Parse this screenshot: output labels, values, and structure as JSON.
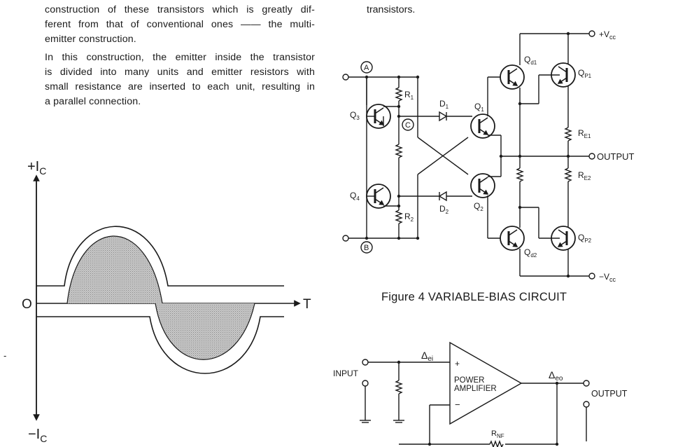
{
  "left_column": {
    "para1_lines": [
      "construction of these transistors which is greatly dif-",
      "ferent from that of conventional ones ——  the multi-",
      "emitter construction."
    ],
    "para2_lines": [
      "In this construction, the emitter inside the transistor",
      "is divided into many units and emitter resistors with",
      "small resistance are inserted to each unit, resulting in",
      "a parallel connection."
    ]
  },
  "right_column": {
    "top_text": "transistors."
  },
  "stray_mark": "-",
  "waveform": {
    "y_pos_label": "+I",
    "y_pos_sub": "C",
    "y_neg_label": "−I",
    "y_neg_sub": "C",
    "origin_label": "O",
    "x_label": "T"
  },
  "figure4": {
    "caption": "Figure 4 VARIABLE-BIAS CIRCUIT",
    "node_a": "A",
    "node_b": "B",
    "node_c": "C",
    "vcc_pos": "+V",
    "vcc_pos_sub": "cc",
    "vcc_neg": "−V",
    "vcc_neg_sub": "cc",
    "output": "OUTPUT",
    "q3": "Q",
    "q3_sub": "3",
    "q4": "Q",
    "q4_sub": "4",
    "r1": "R",
    "r1_sub": "1",
    "r2": "R",
    "r2_sub": "2",
    "d1": "D",
    "d1_sub": "1",
    "d2": "D",
    "d2_sub": "2",
    "q1": "Q",
    "q1_sub": "1",
    "q2": "Q",
    "q2_sub": "2",
    "qd1": "Q",
    "qd1_sub": "d1",
    "qd2": "Q",
    "qd2_sub": "d2",
    "qp1": "Q",
    "qp1_sub": "P1",
    "qp2": "Q",
    "qp2_sub": "P2",
    "re1": "R",
    "re1_sub": "E1",
    "re2": "R",
    "re2_sub": "E2"
  },
  "amplifier": {
    "input": "INPUT",
    "output": "OUTPUT",
    "delta_in": "Δ",
    "delta_in_sub": "ei",
    "delta_out": "Δ",
    "delta_out_sub": "eo",
    "plus": "+",
    "minus": "−",
    "block_line1": "POWER",
    "block_line2": "AMPLIFIER",
    "rnf": "R",
    "rnf_sub": "NF"
  }
}
